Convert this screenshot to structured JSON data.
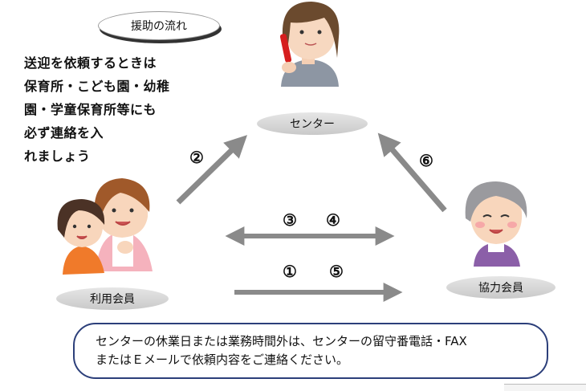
{
  "title": "援助の流れ",
  "note_lines": [
    "送迎を依頼するときは",
    "保育所・こども園・幼稚",
    "園・学童保育所等にも",
    "必ず連絡を入",
    "れましょう"
  ],
  "nodes": {
    "center": "センター",
    "user": "利用会員",
    "helper": "協力会員"
  },
  "step_numbers": {
    "user_to_center": "②",
    "helper_to_center": "⑥",
    "between_a": "③",
    "between_b": "④",
    "to_helper_a": "①",
    "to_helper_b": "⑤"
  },
  "info_lines": [
    "センターの休業日または業務時間外は、センターの留守番電話・FAX",
    "またはＥメールで依頼内容をご連絡ください。"
  ],
  "colors": {
    "arrow": "#8a8a8a",
    "pill": "#d6d6d6",
    "box_border": "#2c3f7a"
  },
  "icons": [
    "operator-with-phone-icon",
    "mother-and-child-icon",
    "elderly-woman-icon"
  ]
}
